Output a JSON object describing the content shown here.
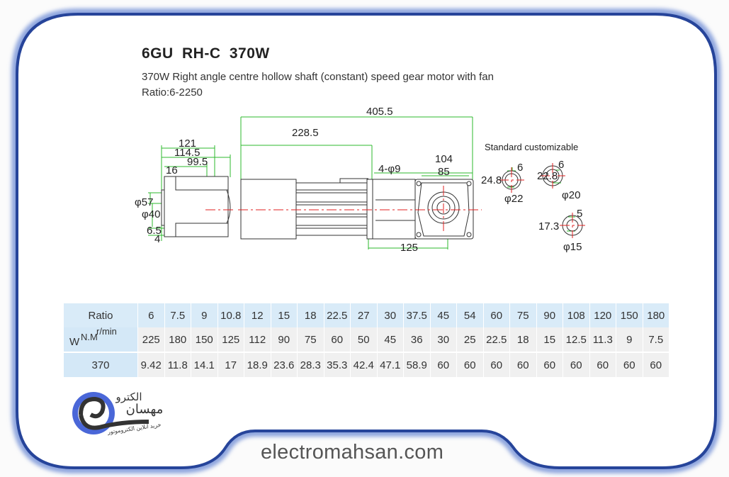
{
  "header": {
    "title": "6GU  RH-C  370W",
    "subtitle": "370W Right angle centre hollow shaft (constant) speed gear motor with fan",
    "ratio_range": "Ratio:6-2250"
  },
  "drawing": {
    "side_view": {
      "d121": "121",
      "d114_5": "114.5",
      "d99_5": "99.5",
      "d16": "16",
      "phi57": "φ57",
      "phi40": "φ40",
      "d6_5": "6.5",
      "d4": "4"
    },
    "front_view": {
      "d405_5": "405.5",
      "d228_5": "228.5",
      "holes": "4-φ9",
      "d104": "104",
      "d85": "85",
      "d125": "125"
    },
    "shafts": {
      "heading": "Standard  customizable",
      "standard": {
        "key": "6",
        "height": "24.8",
        "dia": "φ22"
      },
      "custom1": {
        "key": "6",
        "height": "22.8",
        "dia": "φ20"
      },
      "custom2": {
        "key": "5",
        "height": "17.3",
        "dia": "φ15"
      }
    }
  },
  "table": {
    "ratio_label": "Ratio",
    "unit_w": "W",
    "unit_nm": "N.M",
    "unit_rpm": "r/min",
    "power": "370",
    "ratios": [
      "6",
      "7.5",
      "9",
      "10.8",
      "12",
      "15",
      "18",
      "22.5",
      "27",
      "30",
      "37.5",
      "45",
      "54",
      "60",
      "75",
      "90",
      "108",
      "120",
      "150",
      "180"
    ],
    "speeds": [
      "225",
      "180",
      "150",
      "125",
      "112",
      "90",
      "75",
      "60",
      "50",
      "45",
      "36",
      "30",
      "25",
      "22.5",
      "18",
      "15",
      "12.5",
      "11.3",
      "9",
      "7.5"
    ],
    "torques": [
      "9.42",
      "11.8",
      "14.1",
      "17",
      "18.9",
      "23.6",
      "28.3",
      "35.3",
      "42.4",
      "47.1",
      "58.9",
      "60",
      "60",
      "60",
      "60",
      "60",
      "60",
      "60",
      "60",
      "60"
    ]
  },
  "footer": {
    "website": "electromahsan.com",
    "logo_text": "الکترو مهسان",
    "logo_tagline": "خرید آنلاین الکتروموتور"
  },
  "colors": {
    "frame": "#26449a",
    "dim": "#2db82d",
    "center": "#e02020",
    "header_bg": "#d9ebf8"
  }
}
